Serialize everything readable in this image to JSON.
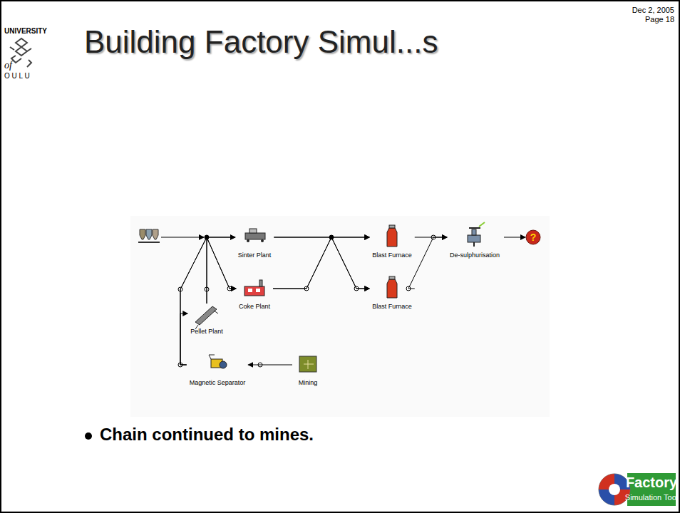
{
  "diagram": {
    "title": "Building Factory Simul...s",
    "nodes": [
      {
        "text": [
          "Sinter Plant"
        ]
      },
      {
        "text": [
          "Blast Furnace"
        ]
      },
      {
        "text": [
          "De-sulphurisation"
        ]
      },
      {
        "text": [
          "Coke Plant"
        ]
      },
      {
        "text": [
          "Blast Furnace"
        ]
      },
      {
        "text": [
          "Pellet Plant"
        ]
      },
      {
        "text": [
          "Magnetic Separator"
        ]
      },
      {
        "text": [
          "Mining"
        ]
      }
    ],
    "edges": [
      {
        "from": 7,
        "to": 6,
        "arrow": "to"
      },
      {
        "from": 6,
        "to": 5,
        "arrow": "to"
      },
      {
        "from": 6,
        "to": 0,
        "arrow": "to"
      },
      {
        "from": 6,
        "to": 3,
        "arrow": "to"
      },
      {
        "from": 5,
        "to": 0,
        "arrow": "to"
      },
      {
        "from": 5,
        "to": 3,
        "arrow": "to"
      },
      {
        "from": 0,
        "to": 1,
        "arrow": "to"
      },
      {
        "from": 0,
        "to": 4,
        "arrow": "to"
      },
      {
        "from": 3,
        "to": 1,
        "arrow": "to"
      },
      {
        "from": 3,
        "to": 4,
        "arrow": "to"
      },
      {
        "from": 1,
        "to": 2,
        "arrow": "to"
      },
      {
        "from": 4,
        "to": 2,
        "arrow": "to"
      }
    ],
    "labels": [
      "Dec 2, 2005",
      "Page 18",
      "UNIVERSITY",
      "of",
      "O U L U",
      "?",
      "Chain continued to mines.",
      "Factory",
      "Simulation Tool"
    ]
  }
}
